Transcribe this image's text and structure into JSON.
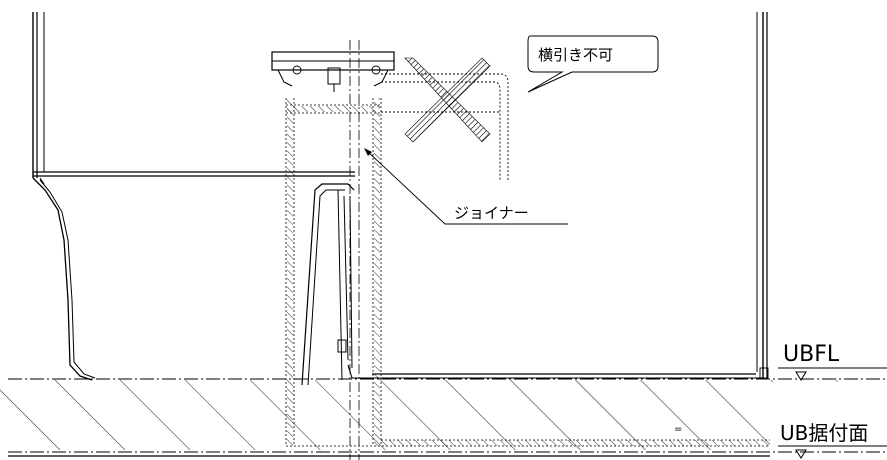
{
  "labels": {
    "callout": "横引き不可",
    "joiner": "ジョイナー",
    "ubfl": "UBFL",
    "ub_base": "UB据付面"
  },
  "colors": {
    "line": "#000000",
    "hatch": "#000000",
    "background": "#ffffff"
  }
}
